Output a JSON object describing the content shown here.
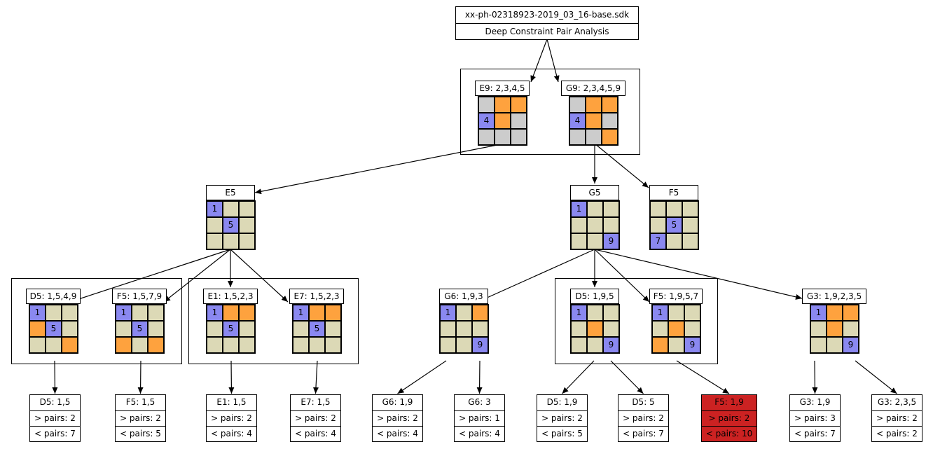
{
  "root": {
    "filename": "xx-ph-02318923-2019_03_16-base.sdk",
    "subtitle": "Deep Constraint Pair Analysis"
  },
  "colors": {
    "given": "#8a88f0",
    "candidate": "#fea23e",
    "background": "#dcd9b6",
    "grey": "#cccccc",
    "fail": "#cc2222"
  },
  "nodes": [
    {
      "id": "E9",
      "label": "E9: 2,3,4,5",
      "cells": [
        [
          "g",
          ""
        ],
        [
          "c",
          ""
        ],
        [
          "c",
          ""
        ],
        [
          "b",
          "4"
        ],
        [
          "c",
          ""
        ],
        [
          "g",
          ""
        ],
        [
          "g",
          ""
        ],
        [
          "g",
          ""
        ],
        [
          "g",
          ""
        ]
      ]
    },
    {
      "id": "G9",
      "label": "G9: 2,3,4,5,9",
      "cells": [
        [
          "g",
          ""
        ],
        [
          "c",
          ""
        ],
        [
          "c",
          ""
        ],
        [
          "b",
          "4"
        ],
        [
          "c",
          ""
        ],
        [
          "g",
          ""
        ],
        [
          "g",
          ""
        ],
        [
          "g",
          ""
        ],
        [
          "c",
          ""
        ]
      ]
    },
    {
      "id": "E5",
      "label": "E5",
      "cells": [
        [
          "b",
          "1"
        ],
        [
          "y",
          ""
        ],
        [
          "y",
          ""
        ],
        [
          "y",
          ""
        ],
        [
          "b",
          "5"
        ],
        [
          "y",
          ""
        ],
        [
          "y",
          ""
        ],
        [
          "y",
          ""
        ],
        [
          "y",
          ""
        ]
      ]
    },
    {
      "id": "G5",
      "label": "G5",
      "cells": [
        [
          "b",
          "1"
        ],
        [
          "y",
          ""
        ],
        [
          "y",
          ""
        ],
        [
          "y",
          ""
        ],
        [
          "y",
          ""
        ],
        [
          "y",
          ""
        ],
        [
          "y",
          ""
        ],
        [
          "y",
          ""
        ],
        [
          "b",
          "9"
        ]
      ]
    },
    {
      "id": "F5top",
      "label": "F5",
      "cells": [
        [
          "y",
          ""
        ],
        [
          "y",
          ""
        ],
        [
          "y",
          ""
        ],
        [
          "y",
          ""
        ],
        [
          "b",
          "5"
        ],
        [
          "y",
          ""
        ],
        [
          "b",
          "7"
        ],
        [
          "y",
          ""
        ],
        [
          "y",
          ""
        ]
      ]
    },
    {
      "id": "D5a",
      "label": "D5: 1,5,4,9",
      "cells": [
        [
          "b",
          "1"
        ],
        [
          "y",
          ""
        ],
        [
          "y",
          ""
        ],
        [
          "c",
          ""
        ],
        [
          "b",
          "5"
        ],
        [
          "y",
          ""
        ],
        [
          "y",
          ""
        ],
        [
          "y",
          ""
        ],
        [
          "c",
          ""
        ]
      ]
    },
    {
      "id": "F5a",
      "label": "F5: 1,5,7,9",
      "cells": [
        [
          "b",
          "1"
        ],
        [
          "y",
          ""
        ],
        [
          "y",
          ""
        ],
        [
          "y",
          ""
        ],
        [
          "b",
          "5"
        ],
        [
          "y",
          ""
        ],
        [
          "c",
          ""
        ],
        [
          "y",
          ""
        ],
        [
          "c",
          ""
        ]
      ]
    },
    {
      "id": "E1",
      "label": "E1: 1,5,2,3",
      "cells": [
        [
          "b",
          "1"
        ],
        [
          "c",
          ""
        ],
        [
          "c",
          ""
        ],
        [
          "y",
          ""
        ],
        [
          "b",
          "5"
        ],
        [
          "y",
          ""
        ],
        [
          "y",
          ""
        ],
        [
          "y",
          ""
        ],
        [
          "y",
          ""
        ]
      ]
    },
    {
      "id": "E7",
      "label": "E7: 1,5,2,3",
      "cells": [
        [
          "b",
          "1"
        ],
        [
          "c",
          ""
        ],
        [
          "c",
          ""
        ],
        [
          "y",
          ""
        ],
        [
          "b",
          "5"
        ],
        [
          "y",
          ""
        ],
        [
          "y",
          ""
        ],
        [
          "y",
          ""
        ],
        [
          "y",
          ""
        ]
      ]
    },
    {
      "id": "G6",
      "label": "G6: 1,9,3",
      "cells": [
        [
          "b",
          "1"
        ],
        [
          "y",
          ""
        ],
        [
          "c",
          ""
        ],
        [
          "y",
          ""
        ],
        [
          "y",
          ""
        ],
        [
          "y",
          ""
        ],
        [
          "y",
          ""
        ],
        [
          "y",
          ""
        ],
        [
          "b",
          "9"
        ]
      ]
    },
    {
      "id": "D5b",
      "label": "D5: 1,9,5",
      "cells": [
        [
          "b",
          "1"
        ],
        [
          "y",
          ""
        ],
        [
          "y",
          ""
        ],
        [
          "y",
          ""
        ],
        [
          "c",
          ""
        ],
        [
          "y",
          ""
        ],
        [
          "y",
          ""
        ],
        [
          "y",
          ""
        ],
        [
          "b",
          "9"
        ]
      ]
    },
    {
      "id": "F5b",
      "label": "F5: 1,9,5,7",
      "cells": [
        [
          "b",
          "1"
        ],
        [
          "y",
          ""
        ],
        [
          "y",
          ""
        ],
        [
          "y",
          ""
        ],
        [
          "c",
          ""
        ],
        [
          "y",
          ""
        ],
        [
          "c",
          ""
        ],
        [
          "y",
          ""
        ],
        [
          "b",
          "9"
        ]
      ]
    },
    {
      "id": "G3",
      "label": "G3: 1,9,2,3,5",
      "cells": [
        [
          "b",
          "1"
        ],
        [
          "c",
          ""
        ],
        [
          "c",
          ""
        ],
        [
          "y",
          ""
        ],
        [
          "c",
          ""
        ],
        [
          "y",
          ""
        ],
        [
          "y",
          ""
        ],
        [
          "y",
          ""
        ],
        [
          "b",
          "9"
        ]
      ]
    }
  ],
  "leaves": [
    {
      "id": "L1",
      "title": "D5: 1,5",
      "gt": "> pairs: 2",
      "lt": "< pairs: 7",
      "fail": false
    },
    {
      "id": "L2",
      "title": "F5: 1,5",
      "gt": "> pairs: 2",
      "lt": "< pairs: 5",
      "fail": false
    },
    {
      "id": "L3",
      "title": "E1: 1,5",
      "gt": "> pairs: 2",
      "lt": "< pairs: 4",
      "fail": false
    },
    {
      "id": "L4",
      "title": "E7: 1,5",
      "gt": "> pairs: 2",
      "lt": "< pairs: 4",
      "fail": false
    },
    {
      "id": "L5",
      "title": "G6: 1,9",
      "gt": "> pairs: 2",
      "lt": "< pairs: 4",
      "fail": false
    },
    {
      "id": "L6",
      "title": "G6: 3",
      "gt": "> pairs: 1",
      "lt": "< pairs: 4",
      "fail": false
    },
    {
      "id": "L7",
      "title": "D5: 1,9",
      "gt": "> pairs: 2",
      "lt": "< pairs: 5",
      "fail": false
    },
    {
      "id": "L8",
      "title": "D5: 5",
      "gt": "> pairs: 2",
      "lt": "< pairs: 7",
      "fail": false
    },
    {
      "id": "L9",
      "title": "F5: 1,9",
      "gt": "> pairs: 2",
      "lt": "< pairs: 10",
      "fail": true
    },
    {
      "id": "L10",
      "title": "G3: 1,9",
      "gt": "> pairs: 3",
      "lt": "< pairs: 7",
      "fail": false
    },
    {
      "id": "L11",
      "title": "G3: 2,3,5",
      "gt": "> pairs: 2",
      "lt": "< pairs: 2",
      "fail": false
    }
  ],
  "edges": [
    [
      "root",
      "E9"
    ],
    [
      "root",
      "G9"
    ],
    [
      "E9",
      "E5"
    ],
    [
      "G9",
      "G5"
    ],
    [
      "G9",
      "F5top"
    ],
    [
      "E5",
      "D5a"
    ],
    [
      "E5",
      "F5a"
    ],
    [
      "E5",
      "E1"
    ],
    [
      "E5",
      "E7"
    ],
    [
      "G5",
      "G6"
    ],
    [
      "G5",
      "D5b"
    ],
    [
      "G5",
      "F5b"
    ],
    [
      "G5",
      "G3"
    ],
    [
      "D5a",
      "L1"
    ],
    [
      "F5a",
      "L2"
    ],
    [
      "E1",
      "L3"
    ],
    [
      "E7",
      "L4"
    ],
    [
      "G6",
      "L5"
    ],
    [
      "G6",
      "L6"
    ],
    [
      "D5b",
      "L7"
    ],
    [
      "D5b",
      "L8"
    ],
    [
      "F5b",
      "L9"
    ],
    [
      "G3",
      "L10"
    ],
    [
      "G3",
      "L11"
    ]
  ]
}
